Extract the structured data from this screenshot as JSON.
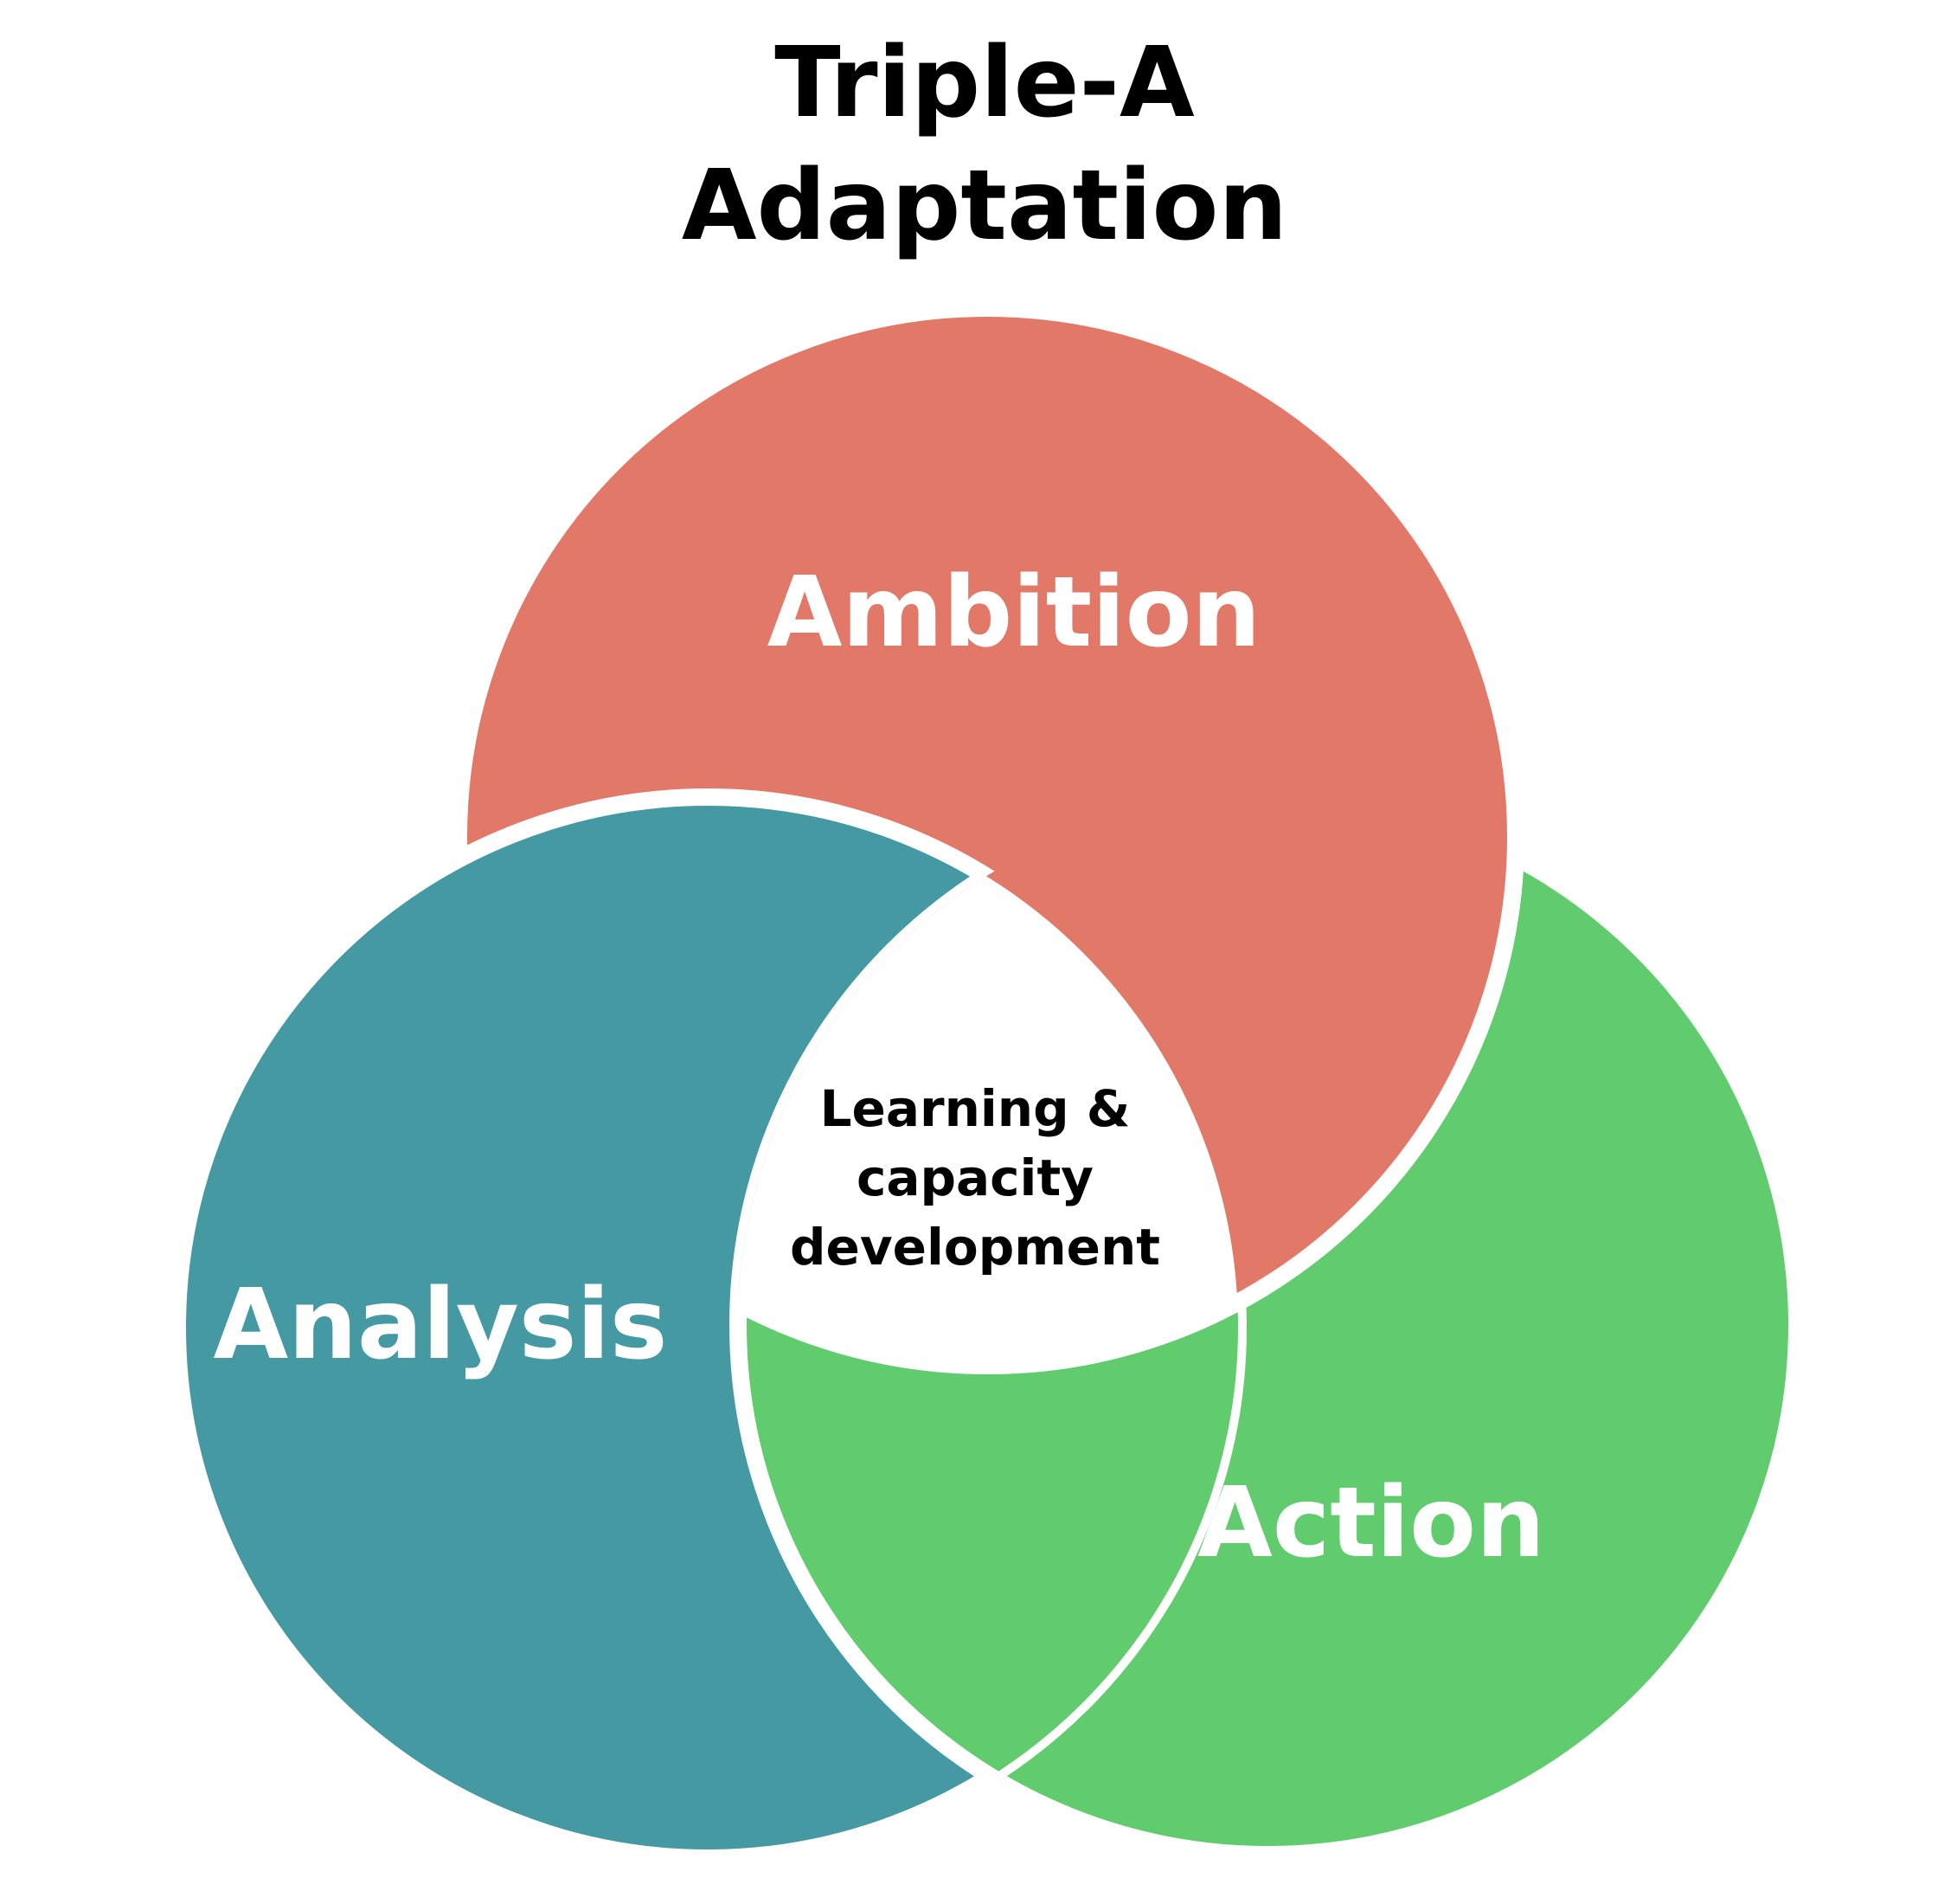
{
  "title": {
    "line1": "Triple-A",
    "line2": "Adaptation"
  },
  "circles": {
    "ambition": {
      "label": "Ambition",
      "color": "#e27867"
    },
    "analysis": {
      "label": "Analysis",
      "color": "#4599a2"
    },
    "action": {
      "label": "Action",
      "color": "#60cc6e"
    }
  },
  "center": {
    "line1": "Learning &",
    "line2": "capacity",
    "line3": "development"
  }
}
